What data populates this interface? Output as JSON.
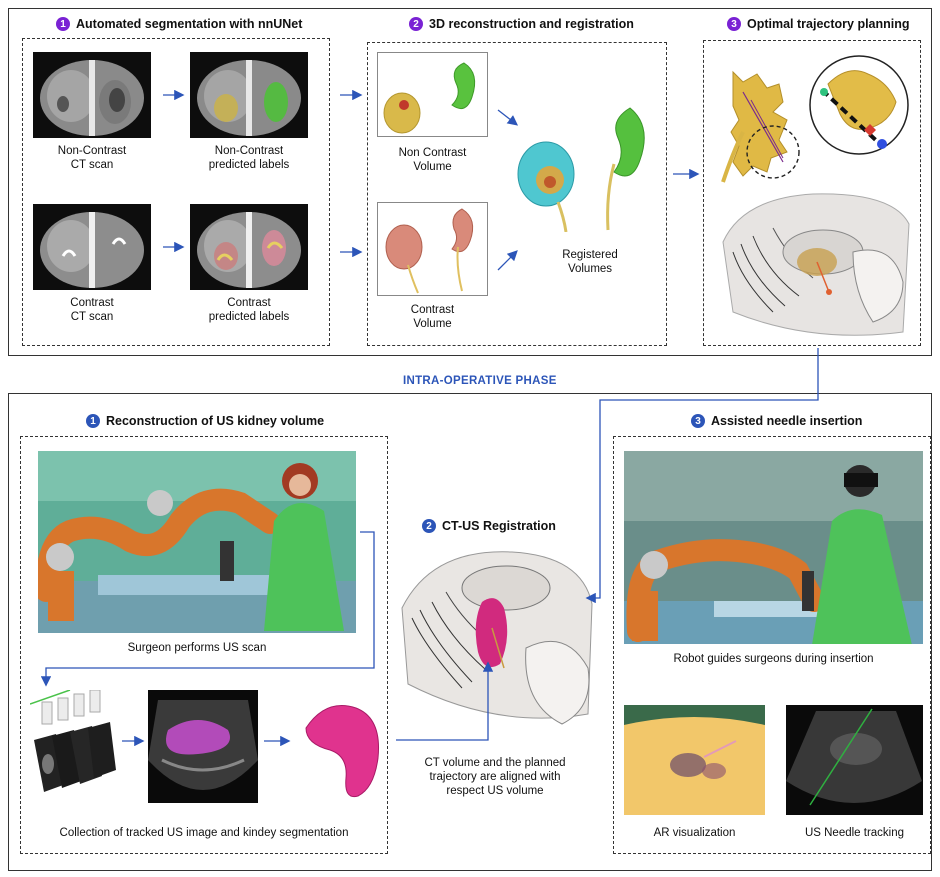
{
  "preop": {
    "sections": [
      {
        "num": "1",
        "title": "Automated segmentation with nnUNet"
      },
      {
        "num": "2",
        "title": "3D reconstruction and registration"
      },
      {
        "num": "3",
        "title": "Optimal trajectory planning"
      }
    ],
    "captions": {
      "noncontrast_ct": [
        "Non-Contrast",
        "CT scan"
      ],
      "noncontrast_labels": [
        "Non-Contrast",
        "predicted labels"
      ],
      "contrast_ct": [
        "Contrast",
        "CT scan"
      ],
      "contrast_labels": [
        "Contrast",
        "predicted labels"
      ],
      "noncontrast_volume": [
        "Non Contrast",
        "Volume"
      ],
      "contrast_volume": [
        "Contrast",
        "Volume"
      ],
      "registered_volumes": [
        "Registered",
        "Volumes"
      ]
    }
  },
  "phase_label": "INTRA-OPERATIVE PHASE",
  "intraop": {
    "sections": [
      {
        "num": "1",
        "title": "Reconstruction of US kidney volume"
      },
      {
        "num": "2",
        "title": "CT-US Registration"
      },
      {
        "num": "3",
        "title": "Assisted needle insertion"
      }
    ],
    "captions": {
      "surgeon_scan": "Surgeon performs US scan",
      "collection": "Collection of tracked US image and kindey segmentation",
      "ctus": [
        "CT volume and the planned",
        "trajectory are aligned with",
        "respect US volume"
      ],
      "robot": "Robot guides surgeons during insertion",
      "ar": "AR visualization",
      "needle": "US Needle tracking"
    }
  },
  "colors": {
    "purple_badge": "#7a22d4",
    "blue_badge": "#2c55b8",
    "arrow": "#2c55b8"
  }
}
